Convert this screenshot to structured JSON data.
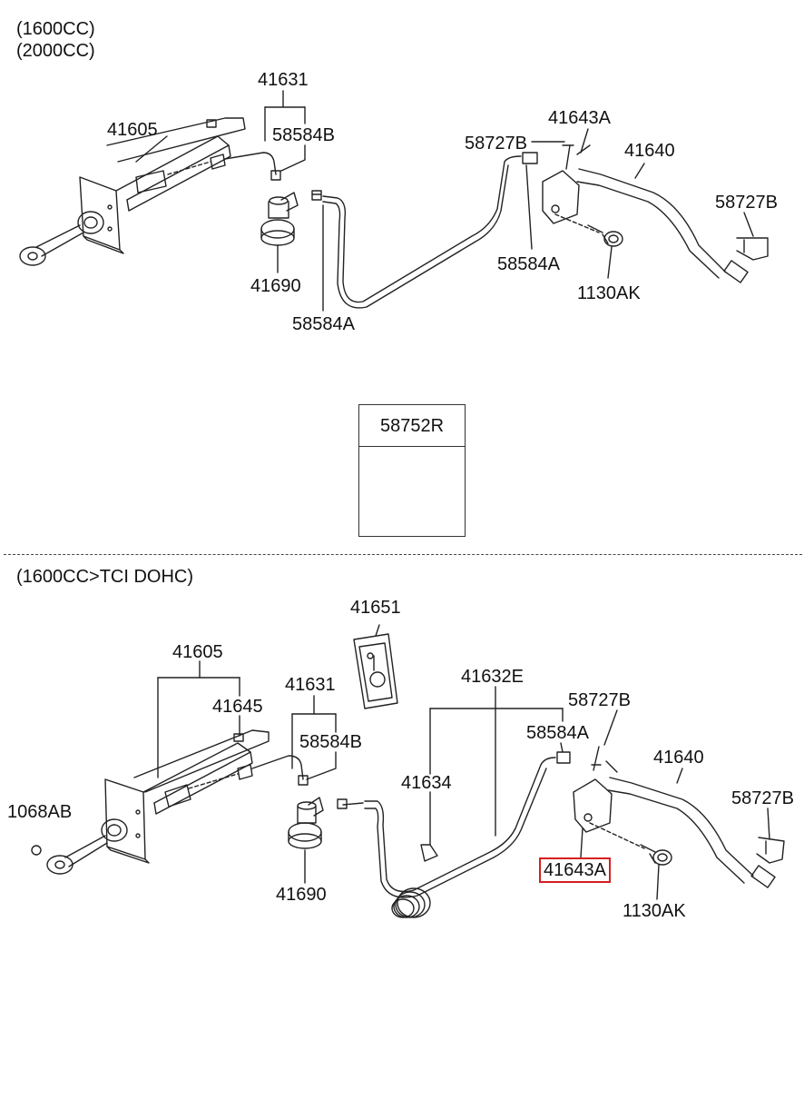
{
  "sections": {
    "top": {
      "headers": [
        "(1600CC)",
        "(2000CC)"
      ]
    },
    "bottom": {
      "header": "(1600CC>TCI DOHC)"
    }
  },
  "inset": {
    "label": "58752R"
  },
  "top_labels": {
    "p41631": "41631",
    "p41605": "41605",
    "p58584B": "58584B",
    "p41643A": "41643A",
    "p58727B_a": "58727B",
    "p41640": "41640",
    "p58727B_b": "58727B",
    "p58584A_a": "58584A",
    "p1130AK": "1130AK",
    "p41690": "41690",
    "p58584A_b": "58584A"
  },
  "bottom_labels": {
    "p41651": "41651",
    "p41605": "41605",
    "p41631": "41631",
    "p41632E": "41632E",
    "p58727B_a": "58727B",
    "p41645": "41645",
    "p58584B": "58584B",
    "p58584A": "58584A",
    "p41640": "41640",
    "p41634": "41634",
    "p58727B_b": "58727B",
    "p1068AB": "1068AB",
    "p41643A": "41643A",
    "p41690": "41690",
    "p1130AK": "1130AK"
  },
  "highlight": {
    "part": "41643A",
    "color": "#d42020"
  }
}
